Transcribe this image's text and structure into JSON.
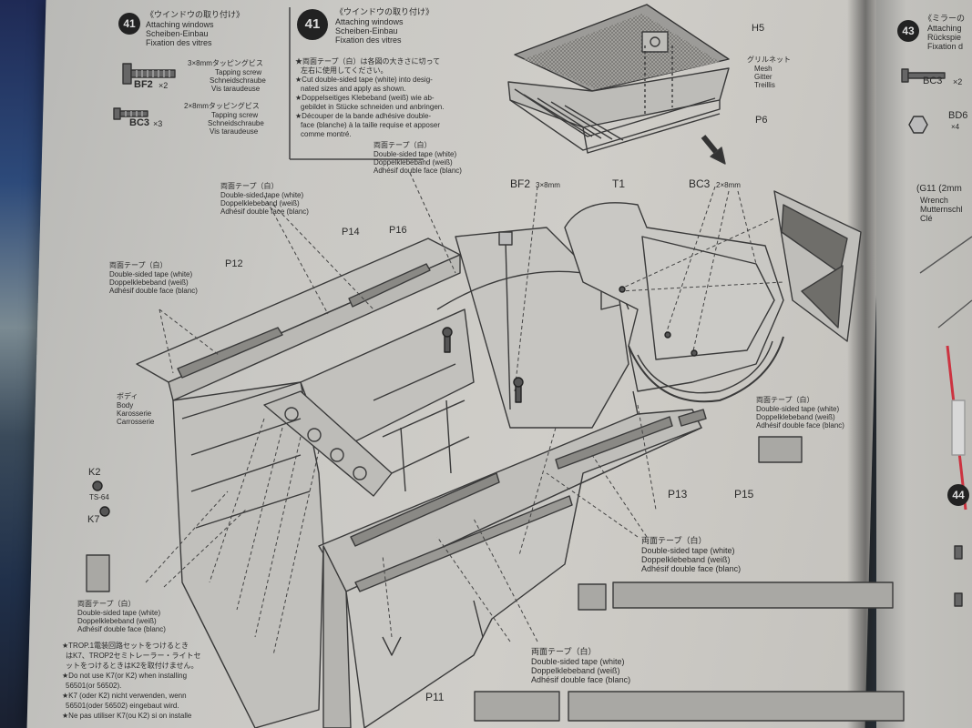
{
  "left_step": {
    "number": "41",
    "title_jp": "《ウインドウの取り付け》",
    "title_en": "Attaching windows",
    "title_de": "Scheiben-Einbau",
    "title_fr": "Fixation des vitres"
  },
  "parts_list": [
    {
      "code": "BF2",
      "qty": "×2",
      "size_jp": "3×8mmタッピングビス",
      "en": "Tapping screw",
      "de": "Schneidschraube",
      "fr": "Vis taraudeuse"
    },
    {
      "code": "BC3",
      "qty": "×3",
      "size_jp": "2×8mmタッピングビス",
      "en": "Tapping screw",
      "de": "Schneidschraube",
      "fr": "Vis taraudeuse"
    }
  ],
  "main_step": {
    "number": "41",
    "title_jp": "《ウインドウの取り付け》",
    "title_en": "Attaching windows",
    "title_de": "Scheiben-Einbau",
    "title_fr": "Fixation des vitres",
    "notes": [
      "★両面テープ（白）は各図の大きさに切って",
      "左右に使用してください。",
      "★Cut double-sided tape (white) into desig-",
      "nated sizes and apply as shown.",
      "★Doppelseitiges Klebeband (weiß) wie ab-",
      "gebildet in Stücke schneiden und anbringen.",
      "★Découper de la bande adhésive double-",
      "face (blanche) à la taille requise et apposer",
      "comme montré."
    ]
  },
  "labels": {
    "h5": "H5",
    "mesh": [
      "グリルネット",
      "Mesh",
      "Gitter",
      "Treillis"
    ],
    "p6": "P6",
    "bf2": "BF2",
    "bf2_size": "3×8mm",
    "t1": "T1",
    "bc3": "BC3",
    "bc3_size": "2×8mm",
    "p14": "P14",
    "p16": "P16",
    "p12": "P12",
    "p13": "P13",
    "p15": "P15",
    "p11": "P11",
    "k2": "K2",
    "ts64": "TS-64",
    "k7": "K7",
    "body": [
      "ボディ",
      "Body",
      "Karosserie",
      "Carrosserie"
    ]
  },
  "tape_label": {
    "jp": "両面テープ（白）",
    "en": "Double-sided tape (white)",
    "de": "Doppelklebeband (weiß)",
    "fr": "Adhésif double face (blanc)"
  },
  "bottom_notes": [
    "★TROP.1電装回路セットをつけるとき",
    "はK7、TROP2セミトレーラー・ライトセ",
    "ットをつけるときはK2を取付けません。",
    "★Do not use K7(or K2) when installing",
    "56501(or 56502).",
    "★K7 (oder K2) nicht verwenden, wenn",
    "56501(oder 56502) eingebaut wird.",
    "★Ne pas utiliser K7(ou K2) si on installe"
  ],
  "right_page": {
    "step_number": "43",
    "title_jp": "《ミラーの",
    "title_en": "Attaching",
    "title_de": "Rückspie",
    "title_fr": "Fixation d",
    "bc3": "BC3",
    "bc3_qty": "×2",
    "bd6": "BD6",
    "bd6_qty": "×4",
    "g11": "(G11 (2mm",
    "g11_en": "Wrench",
    "g11_de": "Mutternschl",
    "g11_fr": "Clé",
    "step_44": "44"
  }
}
